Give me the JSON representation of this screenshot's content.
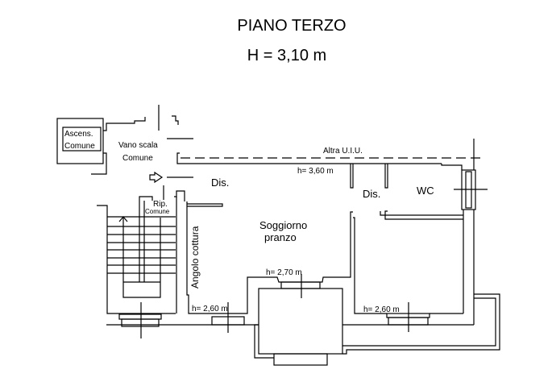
{
  "title": "PIANO TERZO",
  "height_label": "H = 3,10 m",
  "rooms": {
    "elevator_line1": "Ascens.",
    "elevator_line2": "Comune",
    "stairwell_line1": "Vano scala",
    "stairwell_line2": "Comune",
    "other_unit": "Altra U.I.U.",
    "hall_left": "Dis.",
    "hall_right": "Dis.",
    "wc": "WC",
    "storage_line1": "Rip.",
    "storage_line2": "Comune",
    "living_line1": "Soggiorno",
    "living_line2": "pranzo",
    "kitchen": "Angolo cottura"
  },
  "heights": {
    "hall": "h= 3,60 m",
    "living_window": "h= 2,70 m",
    "kitchen_window": "h= 2,60 m",
    "bedroom_window": "h= 2,60 m"
  }
}
